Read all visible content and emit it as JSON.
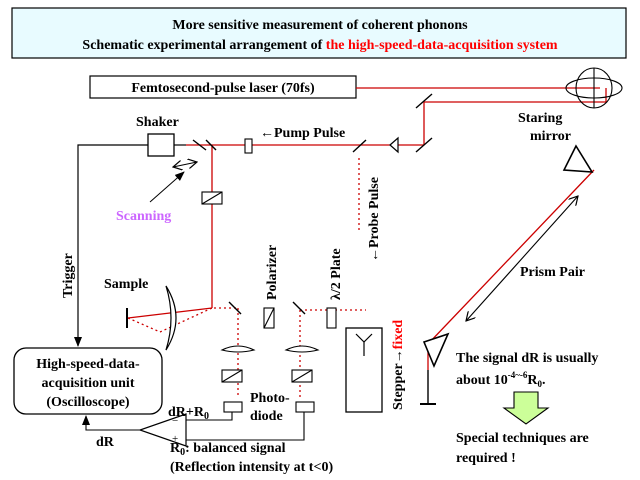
{
  "title": {
    "line1": "More sensitive measurement of coherent phonons",
    "line2_prefix": "Schematic experimental arrangement of ",
    "line2_highlight": "the high-speed-data-acquisition system"
  },
  "labels": {
    "laser": "Femtosecond-pulse laser (70fs)",
    "staring_mirror_1": "Staring",
    "staring_mirror_2": "mirror",
    "shaker": "Shaker",
    "pump_pulse": "←Pump Pulse",
    "probe_pulse": "←Probe Pulse",
    "scanning": "Scanning",
    "trigger": "Trigger",
    "sample": "Sample",
    "polarizer": "Polarizer",
    "half_wave": "λ/2 Plate",
    "prism_pair": "Prism Pair",
    "daq_1": "High-speed-data-",
    "daq_2": "acquisition unit",
    "daq_3": "(Oscilloscope)",
    "dr_r0": "dR+R",
    "dr_r0_sub": "0",
    "dr": "dR",
    "photodiode_1": "Photo-",
    "photodiode_2": "diode",
    "r0_balanced": "R",
    "r0_balanced_sub": "0",
    "r0_balanced_rest": ": balanced signal",
    "reflection": "(Reflection intensity at t<0)",
    "stepper_black": "Stepper→",
    "stepper_red": "fixed",
    "signal_1": "The signal dR is usually",
    "signal_2_prefix": "about 10",
    "signal_2_sup": "-4~-6",
    "signal_2_mid": "R",
    "signal_2_sub": "0",
    "signal_2_end": ".",
    "special_1": "Special techniques are",
    "special_2": "required !",
    "amp_minus": "−",
    "amp_plus": "+"
  },
  "colors": {
    "beam": "#cc0000",
    "highlight": "#ff0000",
    "scanning": "#cc66ff",
    "title_bg": "#e8fbff",
    "arrow_fill": "#ccff99",
    "stroke": "#000000"
  }
}
